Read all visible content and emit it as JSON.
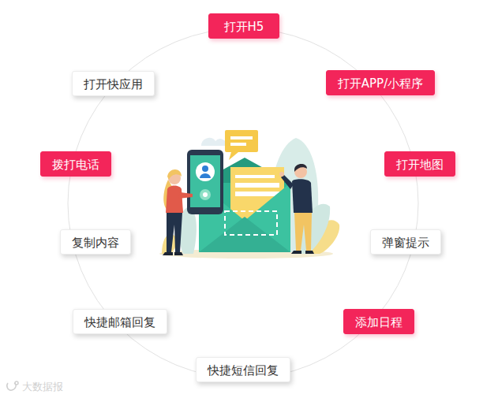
{
  "diagram": {
    "nodes": [
      {
        "text": [
          "打开H5"
        ]
      },
      {
        "text": [
          "打开快应用"
        ]
      },
      {
        "text": [
          "打开APP/小程序"
        ]
      },
      {
        "text": [
          "拨打电话"
        ]
      },
      {
        "text": [
          "打开地图"
        ]
      },
      {
        "text": [
          "复制内容"
        ]
      },
      {
        "text": [
          "弹窗提示"
        ]
      },
      {
        "text": [
          "快捷邮箱回复"
        ]
      },
      {
        "text": [
          "添加日程"
        ]
      },
      {
        "text": [
          "快捷短信回复"
        ]
      }
    ],
    "labels": [
      "大数据报"
    ]
  }
}
